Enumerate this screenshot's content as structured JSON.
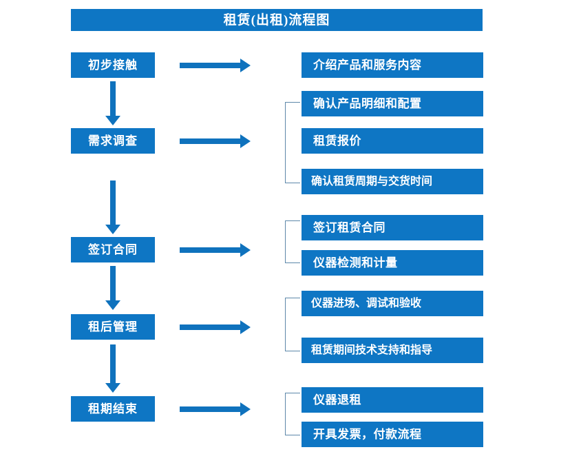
{
  "diagram": {
    "title": "租赁(出租)流程图",
    "colors": {
      "box_blue": "#0e76c4",
      "arrow_blue": "#0f72bd",
      "bracket_gray_blue": "#5c87a9",
      "text_white": "#ffffff",
      "background": "#ffffff"
    },
    "stages": [
      {
        "id": "stage-1",
        "label": "初步接触",
        "details": [
          "介绍产品和服务内容"
        ],
        "has_bracket": false
      },
      {
        "id": "stage-2",
        "label": "需求调查",
        "details": [
          "确认产品明细和配置",
          "租赁报价",
          "确认租赁周期与交货时间"
        ],
        "has_bracket": true
      },
      {
        "id": "stage-3",
        "label": "签订合同",
        "details": [
          "签订租赁合同",
          "仪器检测和计量"
        ],
        "has_bracket": true
      },
      {
        "id": "stage-4",
        "label": "租后管理",
        "details": [
          "仪器进场、调试和验收",
          "租赁期间技术支持和指导"
        ],
        "has_bracket": true
      },
      {
        "id": "stage-5",
        "label": "租期结束",
        "details": [
          "仪器退租",
          "开具发票，付款流程"
        ],
        "has_bracket": true
      }
    ],
    "detail_boxes": [
      {
        "text": "介绍产品和服务内容",
        "wide": false
      },
      {
        "text": "确认产品明细和配置",
        "wide": false
      },
      {
        "text": "租赁报价",
        "wide": false
      },
      {
        "text": "确认租赁周期与交货时间",
        "wide": true
      },
      {
        "text": "签订租赁合同",
        "wide": false
      },
      {
        "text": "仪器检测和计量",
        "wide": false
      },
      {
        "text": "仪器进场、调试和验收",
        "wide": true
      },
      {
        "text": "租赁期间技术支持和指导",
        "wide": true
      },
      {
        "text": "仪器退租",
        "wide": false
      },
      {
        "text": "开具发票，付款流程",
        "wide": false
      }
    ],
    "flow_connectors": {
      "down_arrow_count": 4,
      "right_arrow_count": 5
    }
  }
}
